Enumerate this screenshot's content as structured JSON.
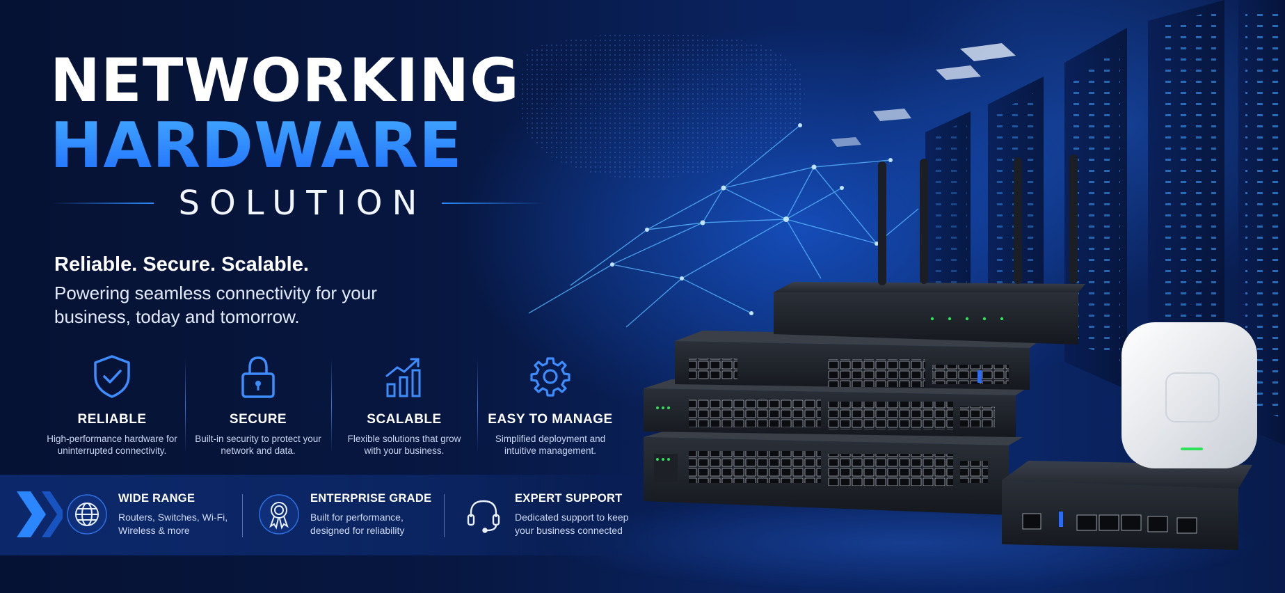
{
  "headline": {
    "line1": "NETWORKING",
    "line2": "HARDWARE",
    "line3": "SOLUTION"
  },
  "tagline": {
    "bold": "Reliable. Secure. Scalable.",
    "body": "Powering seamless connectivity for your business, today and tomorrow."
  },
  "features": [
    {
      "icon": "shield-check-icon",
      "title": "RELIABLE",
      "desc": "High-performance hardware for uninterrupted connectivity."
    },
    {
      "icon": "padlock-icon",
      "title": "SECURE",
      "desc": "Built-in security to protect your network and data."
    },
    {
      "icon": "growth-chart-icon",
      "title": "SCALABLE",
      "desc": "Flexible solutions that grow with your business."
    },
    {
      "icon": "gear-icon",
      "title": "EASY TO MANAGE",
      "desc": "Simplified deployment and intuitive management."
    }
  ],
  "benefits": [
    {
      "icon": "globe-icon",
      "title": "WIDE RANGE",
      "desc": "Routers, Switches, Wi-Fi, Wireless & more"
    },
    {
      "icon": "award-badge-icon",
      "title": "ENTERPRISE GRADE",
      "desc": "Built for performance, designed for reliability"
    },
    {
      "icon": "headset-icon",
      "title": "EXPERT SUPPORT",
      "desc": "Dedicated support to keep your business connected"
    }
  ],
  "colors": {
    "background": "#071741",
    "accent_blue": "#2a8cff",
    "icon_blue": "#3d8dff",
    "status_green": "#2ee05a",
    "device_dark": "#1b1f27"
  }
}
